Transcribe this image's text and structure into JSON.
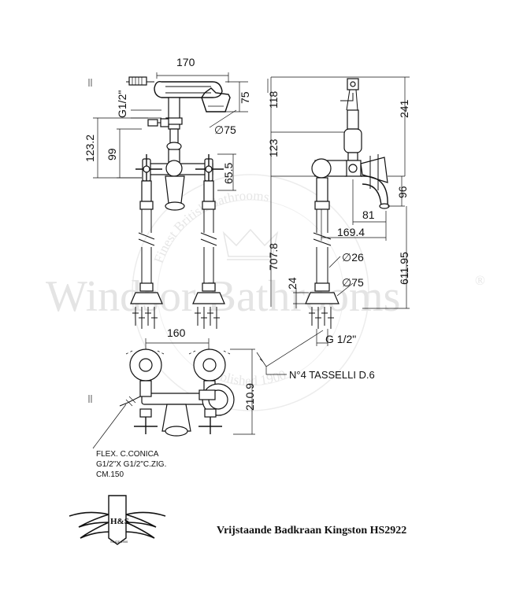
{
  "watermark": {
    "brand": "Windsor Bathrooms",
    "registered": "®",
    "seal_top": "Finest British Bathrooms",
    "seal_bottom": "Established 1900"
  },
  "dimensions": {
    "front_view": {
      "width_top": "170",
      "hand_shower_height": "75",
      "hose_thread": "G1/2\"",
      "shower_diameter": "∅75",
      "overall_height": "123.2",
      "handle_height": "99",
      "spout_height": "65.5"
    },
    "side_view": {
      "top_height": "118",
      "upper_height": "241",
      "mid_height": "123",
      "spout_drop": "96",
      "spout_reach": "81",
      "total_reach": "169.4",
      "leg_height": "707.8",
      "total_height": "611.95",
      "pipe_diameter": "∅26",
      "base_height": "24",
      "base_diameter": "∅75",
      "inlet_thread": "G 1/2\""
    },
    "plan_view": {
      "center_distance": "160",
      "depth": "210.9"
    }
  },
  "notes": {
    "anchors": "N°4 TASSELLI D.6",
    "flex_line1": "FLEX. C.CONICA",
    "flex_line2": "G1/2\"X  G1/2\"C.ZIG.",
    "flex_line3": "CM.150"
  },
  "logo": {
    "monogram": "H&S",
    "since": "SINCE 1900"
  },
  "caption": "Vrijstaande Badkraan Kingston HS2922"
}
